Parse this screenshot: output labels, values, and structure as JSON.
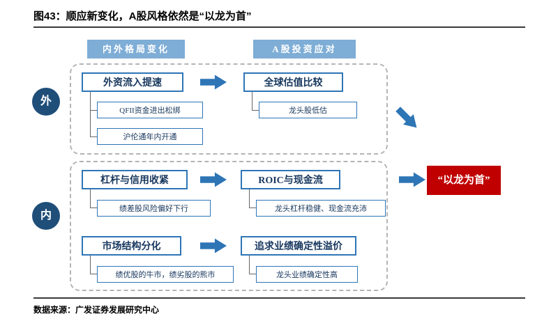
{
  "title": "图43：顺应新变化，A股风格依然是“以龙为首”",
  "source": "数据来源：广发证券发展研究中心",
  "headers": [
    {
      "label": "内外格局变化"
    },
    {
      "label": "A股投资应对"
    }
  ],
  "groups": [
    {
      "badge": "外",
      "rows": [
        {
          "left": {
            "title": "外资流入提速",
            "items": [
              "QFII资金进出松绑",
              "沪伦通年内开通"
            ]
          },
          "right": {
            "title": "全球估值比较",
            "items": [
              "龙头股低估"
            ]
          }
        }
      ]
    },
    {
      "badge": "内",
      "rows": [
        {
          "left": {
            "title": "杠杆与信用收紧",
            "items": [
              "绩差股风险偏好下行"
            ]
          },
          "right": {
            "title": "ROIC与现金流",
            "items": [
              "龙头杠杆稳健、现金流充沛"
            ]
          }
        },
        {
          "left": {
            "title": "市场结构分化",
            "items": [
              "绩优股的牛市，绩劣股的熊市"
            ]
          },
          "right": {
            "title": "追求业绩确定性溢价",
            "items": [
              "龙头业绩确定性高"
            ]
          }
        }
      ]
    }
  ],
  "result": "“以龙为首”",
  "colors": {
    "accent-blue": "#2E75B6",
    "dark-navy": "#17375E",
    "badge-blue": "#1F4E79",
    "chip-blue": "#7EADD6",
    "result-red": "#C00000",
    "border-gray": "#B4B4B4",
    "line-dark": "#3A3A3A"
  }
}
